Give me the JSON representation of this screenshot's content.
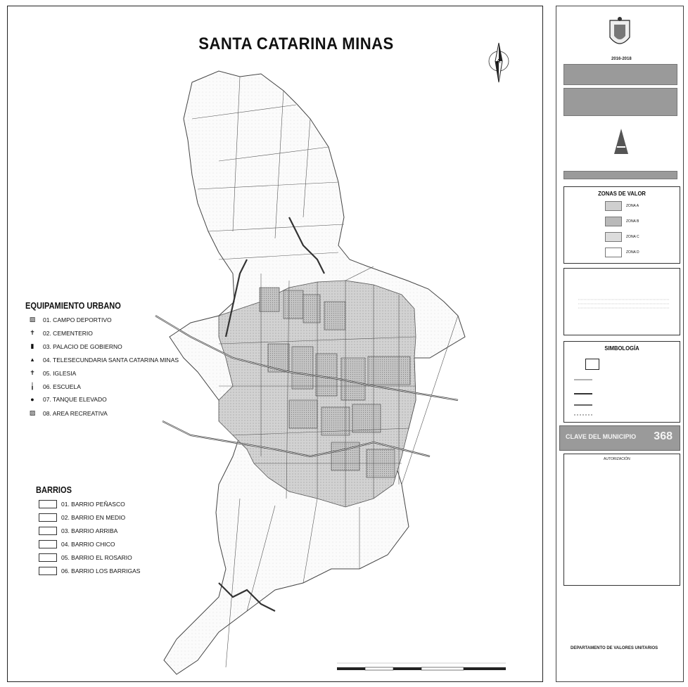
{
  "map": {
    "title": "SANTA CATARINA MINAS"
  },
  "equipamiento": {
    "heading": "EQUIPAMIENTO URBANO",
    "items": [
      {
        "label": "01. CAMPO DEPORTIVO",
        "symbol": "▨"
      },
      {
        "label": "02. CEMENTERIO",
        "symbol": "✝"
      },
      {
        "label": "03. PALACIO DE GOBIERNO",
        "symbol": "▮"
      },
      {
        "label": "04. TELESECUNDARIA SANTA CATARINA MINAS",
        "symbol": "▴"
      },
      {
        "label": "05. IGLESIA",
        "symbol": "✝"
      },
      {
        "label": "06. ESCUELA",
        "symbol": "╽"
      },
      {
        "label": "07. TANQUE ELEVADO",
        "symbol": "●"
      },
      {
        "label": "08. AREA RECREATIVA",
        "symbol": "▨"
      }
    ]
  },
  "barrios": {
    "heading": "BARRIOS",
    "items": [
      {
        "label": "01. BARRIO PEÑASCO"
      },
      {
        "label": "02. BARRIO EN MEDIO"
      },
      {
        "label": "03. BARRIO ARRIBA"
      },
      {
        "label": "04. BARRIO CHICO"
      },
      {
        "label": "05. BARRIO EL ROSARIO"
      },
      {
        "label": "06. BARRIO LOS BARRIGAS"
      }
    ]
  },
  "side": {
    "years": "2016-2018",
    "zonas": {
      "heading": "ZONAS DE VALOR",
      "items": [
        {
          "label": "ZONA A",
          "color": "#cfcfcf"
        },
        {
          "label": "ZONA B",
          "color": "#b9b9b9"
        },
        {
          "label": "ZONA C",
          "color": "#dcdcdc"
        },
        {
          "label": "ZONA D",
          "color": "#ffffff"
        }
      ]
    },
    "simbologia": {
      "heading": "SIMBOLOGÍA"
    },
    "clave": {
      "label": "CLAVE DEL MUNICIPIO",
      "value": "368"
    },
    "autorizacion": "AUTORIZACIÓN",
    "departamento": "DEPARTAMENTO DE VALORES UNITARIOS"
  },
  "colors": {
    "zone_a": "#cfcfcf",
    "zone_b": "#bdbdbd",
    "zone_white": "#ffffff",
    "band_gray": "#9a9a9a"
  }
}
